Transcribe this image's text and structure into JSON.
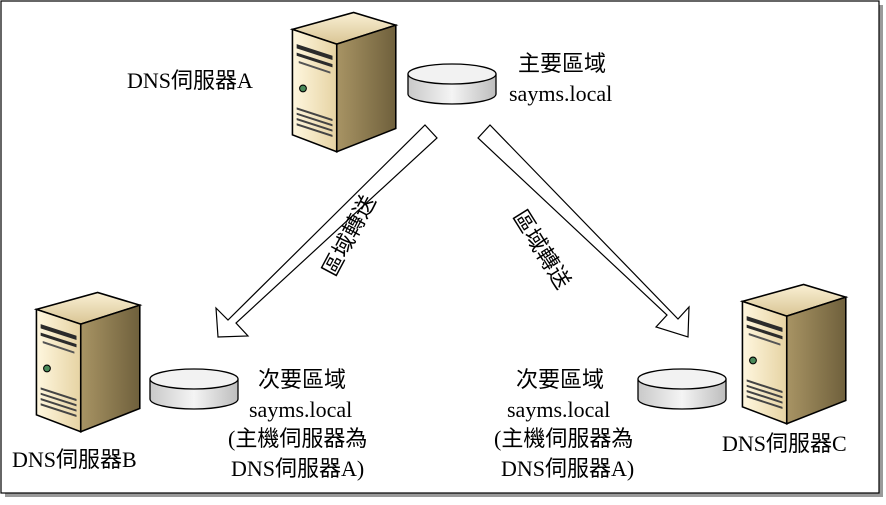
{
  "servers": {
    "a": {
      "label": "DNS伺服器A",
      "icon": "server-tower-icon"
    },
    "b": {
      "label": "DNS伺服器B",
      "icon": "server-tower-icon"
    },
    "c": {
      "label": "DNS伺服器C",
      "icon": "server-tower-icon"
    }
  },
  "zones": {
    "primary": {
      "line1": "主要區域",
      "line2": "sayms.local",
      "icon": "database-disk-icon"
    },
    "secondary_b": {
      "line1": "次要區域",
      "line2": "sayms.local",
      "line3": "(主機伺服器為",
      "line4": "DNS伺服器A)",
      "icon": "database-disk-icon"
    },
    "secondary_c": {
      "line1": "次要區域",
      "line2": "sayms.local",
      "line3": "(主機伺服器為",
      "line4": "DNS伺服器A)",
      "icon": "database-disk-icon"
    }
  },
  "transfers": {
    "left": {
      "label": "區域轉送"
    },
    "right": {
      "label": "區域轉送"
    }
  },
  "colors": {
    "server_body": "#f3e7c8",
    "server_shadow": "#b7a477",
    "disk_fill": "#e8e8e8",
    "arrow_fill": "#ffffff",
    "frame_shadow": "#9a9a9a"
  }
}
